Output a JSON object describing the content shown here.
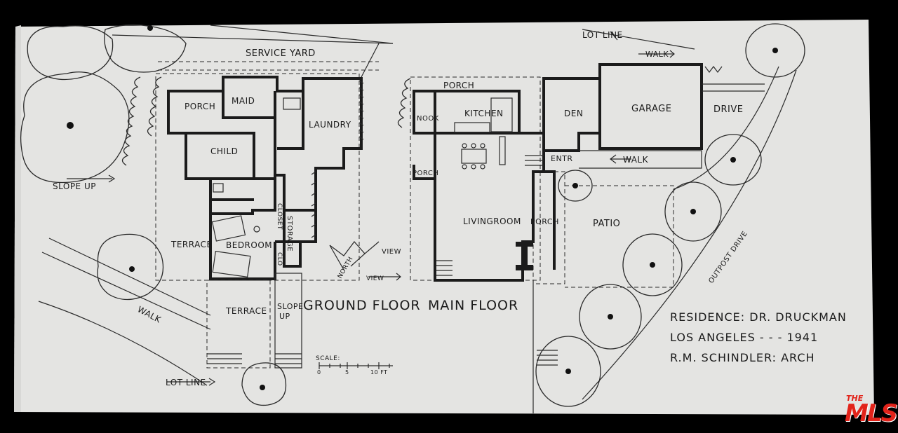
{
  "labels": {
    "service_yard": "SERVICE YARD",
    "porch_ground": "PORCH",
    "maid": "MAID",
    "laundry": "LAUNDRY",
    "child": "CHILD",
    "storage": "STORAGE",
    "closet": "CLOSET",
    "clo": "CLO",
    "terrace_left": "TERRACE",
    "bedroom": "BEDROOM",
    "terrace_bottom": "TERRACE",
    "slope_up_left": "SLOPE UP",
    "slope_up_bottom_1": "SLOPE",
    "slope_up_bottom_2": "UP",
    "walk_left": "WALK",
    "lot_line_bottom": "LOT LINE",
    "ground_floor": "GROUND FLOOR",
    "north": "NORTH",
    "view_1": "VIEW",
    "view_2": "VIEW",
    "scale": "SCALE:",
    "scale_0": "0",
    "scale_5": "5",
    "scale_10": "10 FT",
    "porch_main_top": "PORCH",
    "nook": "NOOK",
    "kitchen": "KITCHEN",
    "porch_main_left": "PORCH",
    "livingroom": "LIVINGROOM",
    "porch_main_center": "PORCH",
    "den": "DEN",
    "entr": "ENTR",
    "garage": "GARAGE",
    "drive": "DRIVE",
    "walk_entry": "WALK",
    "walk_top": "WALK",
    "lot_line_top": "LOT LINE",
    "patio": "PATIO",
    "outpost_drive": "OUTPOST DRIVE",
    "main_floor": "MAIN FLOOR"
  },
  "title_block": {
    "line1": "RESIDENCE: DR. DRUCKMAN",
    "line2": "LOS ANGELES - - - 1941",
    "line3": "R.M. SCHINDLER: ARCH"
  },
  "badge": {
    "the": "THE",
    "mls": "MLS",
    "tm": "™"
  },
  "colors": {
    "paper": "#e4e4e2",
    "ink": "#1b1b1b",
    "background": "#000000",
    "badge_red": "#e2231a"
  }
}
